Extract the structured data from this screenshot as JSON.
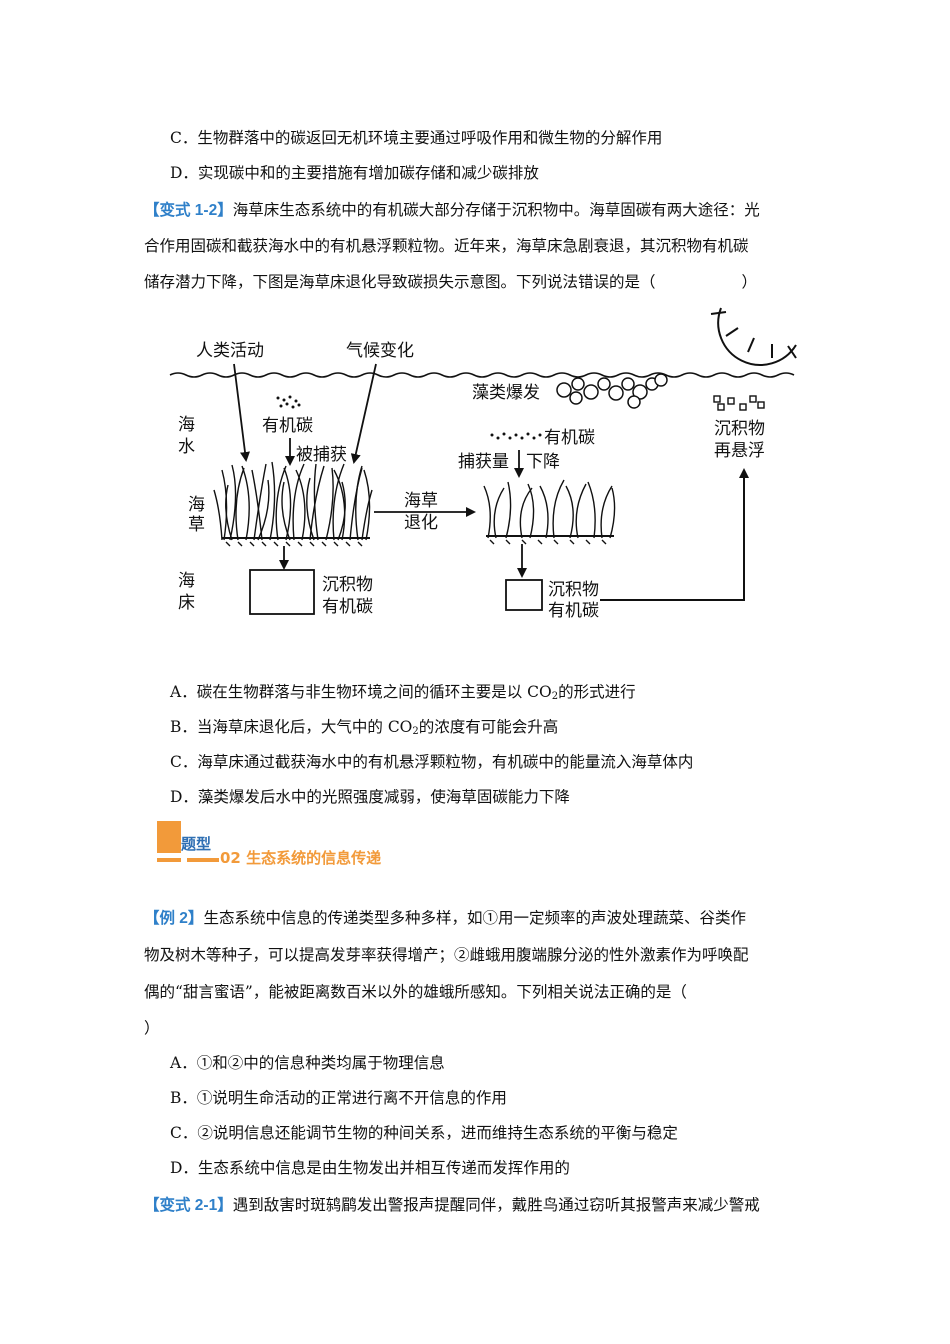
{
  "q1_options": {
    "c": "C．生物群落中的碳返回无机环境主要通过呼吸作用和微生物的分解作用",
    "d": "D．实现碳中和的主要措施有增加碳存储和减少碳排放"
  },
  "variant_1_2": {
    "tag": "【变式 1-2】",
    "line1": "海草床生态系统中的有机碳大部分存储于沉积物中。海草固碳有两大途径：光",
    "line2": "合作用固碳和截获海水中的有机悬浮颗粒物。近年来，海草床急剧衰退，其沉积物有机碳",
    "line3_a": "储存潜力下降，下图是海草床退化导致碳损失示意图。下列说法错误的是（",
    "line3_b": "）",
    "figure": {
      "human_activity": "人类活动",
      "climate_change": "气候变化",
      "algae_bloom": "藻类爆发",
      "sea": "海",
      "water": "水",
      "seagrass_1": "海",
      "seagrass_2": "草",
      "seabed_1": "海",
      "seabed_2": "床",
      "organic_carbon": "有机碳",
      "captured": "被捕获",
      "organic_carbon_2": "有机碳",
      "capture_amount": "捕获量",
      "decline": "下降",
      "degradation_1": "海草",
      "degradation_2": "退化",
      "sediment_1": "沉积物",
      "sediment_1b": "有机碳",
      "sediment_2": "沉积物",
      "sediment_2b": "有机碳",
      "resuspend_1": "沉积物",
      "resuspend_2": "再悬浮"
    },
    "options": {
      "a_pre": "A．碳在生物群落与非生物环境之间的循环主要是以 CO",
      "a_sub": "2",
      "a_post": "的形式进行",
      "b_pre": "B．当海草床退化后，大气中的 CO",
      "b_sub": "2",
      "b_post": "的浓度有可能会升高",
      "c": "C．海草床通过截获海水中的有机悬浮颗粒物，有机碳中的能量流入海草体内",
      "d": "D．藻类爆发后水中的光照强度减弱，使海草固碳能力下降"
    }
  },
  "section": {
    "label": "题型",
    "title": "02 生态系统的信息传递"
  },
  "example_2": {
    "tag": "【例 2】",
    "line1": "生态系统中信息的传递类型多种多样，如①用一定频率的声波处理蔬菜、谷类作",
    "line2": "物及树木等种子，可以提高发芽率获得增产；②雌蛾用腹端腺分泌的性外激素作为呼唤配",
    "line3": "偶的“甜言蜜语”，能被距离数百米以外的雄蛾所感知。下列相关说法正确的是（",
    "line4": "）",
    "options": {
      "a": "A．①和②中的信息种类均属于物理信息",
      "b": "B．①说明生命活动的正常进行离不开信息的作用",
      "c": "C．②说明信息还能调节生物的种间关系，进而维持生态系统的平衡与稳定",
      "d": "D．生态系统中信息是由生物发出并相互传递而发挥作用的"
    }
  },
  "variant_2_1": {
    "tag": "【变式 2-1】",
    "line1": "遇到敌害时斑鸫鹛发出警报声提醒同伴，戴胜鸟通过窃听其报警声来减少警戒"
  }
}
